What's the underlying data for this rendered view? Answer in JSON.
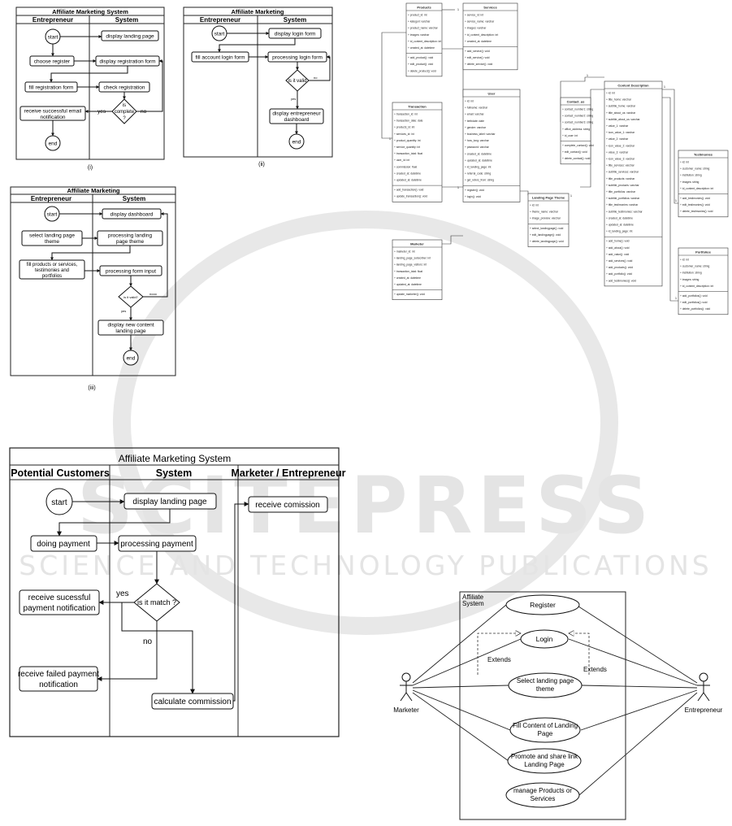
{
  "watermark": {
    "main": "SCITEPRESS",
    "sub": "SCIENCE AND TECHNOLOGY PUBLICATIONS",
    "color": "#e3e3e3"
  },
  "diagram_i": {
    "title": "Affiliate Marketing System",
    "lanes": [
      "Entrepreneur",
      "System"
    ],
    "start": "start",
    "end": "end",
    "display_landing": "display landing page",
    "choose_register": "choose register",
    "display_registration": "display registration form",
    "fill_registration": "fill registration form",
    "check_registration": "check registration",
    "decision_line1": "is",
    "decision_line2": "complete",
    "decision_line3": "?",
    "yes": "yes",
    "no": "no",
    "receive_email_1": "receive successful email",
    "receive_email_2": "notification",
    "caption": "(i)"
  },
  "diagram_ii": {
    "title": "Affiliate Marketing",
    "lanes": [
      "Entrepreneur",
      "System"
    ],
    "start": "start",
    "end": "end",
    "display_login": "display login form",
    "fill_login": "fill account login form",
    "processing_login": "processing login form",
    "decision": "is it valid",
    "no": "no",
    "yes": "yes",
    "display_dashboard_1": "display entrepreneur",
    "display_dashboard_2": "dashboard",
    "caption": "(ii)"
  },
  "diagram_iii": {
    "title": "Affiliate Marketing",
    "lanes": [
      "Entrepreneur",
      "System"
    ],
    "start": "start",
    "end": "end",
    "display_dashboard": "display dashboard",
    "select_theme_1": "select landing page",
    "select_theme_2": "theme",
    "processing_theme_1": "processing landing",
    "processing_theme_2": "page theme",
    "fill_products_1": "fill products or services,",
    "fill_products_2": "testimonies and",
    "fill_products_3": "portfolios",
    "processing_form": "processing form input",
    "decision": "is it valid?",
    "no": "nooo",
    "yes": "yes",
    "display_new_1": "display new content",
    "display_new_2": "landing page",
    "caption": "(iii)"
  },
  "diagram_payment": {
    "title": "Affiliate Marketing System",
    "lanes": [
      "Potential Customers",
      "System",
      "Marketer / Entrepreneur"
    ],
    "start": "start",
    "display_landing": "display landing page",
    "doing_payment": "doing payment",
    "processing_payment": "processing payment",
    "decision": "is it match ?",
    "yes": "yes",
    "no": "no",
    "receive_success_1": "receive sucessful",
    "receive_success_2": "payment notification",
    "receive_failed_1": "receive failed payment",
    "receive_failed_2": "notification",
    "calculate_commission": "calculate commission",
    "receive_commission": "receive comission"
  },
  "class_diagram": {
    "classes": [
      {
        "name": "Products",
        "attributes": [
          "+ product_id: int",
          "+ kategori: varchar",
          "+ product_name: varchar",
          "+ images: varchar",
          "+ id_content_description: int",
          "+ created_at: datetime"
        ],
        "methods": [
          "+ add_product(): void",
          "+ edit_product(): void",
          "+ delete_product(): void"
        ]
      },
      {
        "name": "Services",
        "attributes": [
          "+ service_id: int",
          "+ service_name: varchar",
          "+ images: varchar",
          "+ id_content_description: int",
          "+ created_at: datetime"
        ],
        "methods": [
          "+ add_service(): void",
          "+ edit_service(): void",
          "+ delete_service(): void"
        ]
      },
      {
        "name": "User",
        "attributes": [
          "+ id: int",
          "+ fullname: varchar",
          "+ email: varchar",
          "+ birthdate: date",
          "+ gender: varchar",
          "+ business_label: varchar",
          "+ how_long: varchar",
          "+ password: varchar",
          "+ created_at: datetime",
          "+ updated_at: datetime",
          "+ id_landing_page: int",
          "+ referral_code: string",
          "+ get_refers_from: string"
        ],
        "methods": [
          "+ register(): void",
          "+ login(): void"
        ]
      },
      {
        "name": "Transaction",
        "attributes": [
          "+ transaction_id: int",
          "+ transaction_date: date",
          "+ products_id: int",
          "+ services_id: int",
          "+ product_quantity: int",
          "+ service_quantity: int",
          "+ transaction_total: float",
          "+ user_id: int",
          "+ commission: float",
          "+ created_at: datetime",
          "+ updated_at: datetime"
        ],
        "methods": [
          "+ add_transaction(): void",
          "+ update_transaction(): void"
        ]
      },
      {
        "name": "Marketer",
        "attributes": [
          "+ marketer_id: int",
          "+ landing_page_subscriber: int",
          "+ landing_page_visitors: int",
          "+ transaction_total: float",
          "+ created_at: datetime",
          "+ updated_at: datetime"
        ],
        "methods": [
          "+ update_marketer(): void"
        ]
      },
      {
        "name": "Contact_us",
        "attributes": [
          "+ contact_number1: string",
          "+ contact_number2: string",
          "+ contact_number3: string",
          "+ office_address: string",
          "+ id_user: int"
        ],
        "methods": [
          "+ complete_contact(): void",
          "+ edit_contact(): void",
          "+ delete_contact(): void"
        ]
      },
      {
        "name": "Landing Page Theme",
        "attributes": [
          "+ id: int",
          "+ theme_name: varchar",
          "+ image_preview: varchar"
        ],
        "methods": [
          "+ select_landingpage(): void",
          "+ edit_landingpage(): void",
          "+ delete_landingpage(): void"
        ]
      },
      {
        "name": "Content Description",
        "attributes": [
          "+ id: int",
          "+ title_home: varchar",
          "+ subtitle_home: varchar",
          "+ title_about_us: varchar",
          "+ subtitle_about_us: varchar",
          "+ value_1: varchar",
          "+ icon_value_1: varchar",
          "+ value_2: varchar",
          "+ icon_value_2: varchar",
          "+ value_3: varchar",
          "+ icon_value_3: varchar",
          "+ title_services: varchar",
          "+ subtitle_services: varchar",
          "+ title_products: varchar",
          "+ subtitle_products: varchar",
          "+ title_portfolios: varchar",
          "+ subtitle_portfolios: varchar",
          "+ title_testimonies: varchar",
          "+ subtitle_testimonies: varchar",
          "+ created_at: datetime",
          "+ updated_at: datetime",
          "+ id_landing_page: int"
        ],
        "methods": [
          "+ add_home(): void",
          "+ add_about(): void",
          "+ add_value(): void",
          "+ add_services(): void",
          "+ add_products(): void",
          "+ add_portfolio(): void",
          "+ add_testimonies(): void"
        ]
      },
      {
        "name": "Testimonies",
        "attributes": [
          "+ id: int",
          "+ customer_name: string",
          "+ institution: string",
          "+ images: string",
          "+ id_content_description: int"
        ],
        "methods": [
          "+ add_testimonies(): void",
          "+ edit_testimonies(): void",
          "+ delete_testimonies(): void"
        ]
      },
      {
        "name": "Portfolios",
        "attributes": [
          "+ id: int",
          "+ customer_name: string",
          "+ institution: string",
          "+ images: string",
          "+ id_content_description: int"
        ],
        "methods": [
          "+ add_portfolios(): void",
          "+ edit_portfolios(): void",
          "+ delete_portfolios(): void"
        ]
      }
    ],
    "multiplicities": [
      "1",
      "1",
      "1",
      "1",
      "1",
      "1",
      "1",
      "1"
    ]
  },
  "use_case": {
    "system_label_1": "Affiliate",
    "system_label_2": "System",
    "actor_left": "Marketer",
    "actor_right": "Entrepreneur",
    "extends_left": "Extends",
    "extends_right": "Extends",
    "cases": [
      {
        "line1": "Register",
        "line2": ""
      },
      {
        "line1": "Login",
        "line2": ""
      },
      {
        "line1": "Select landing page",
        "line2": "theme"
      },
      {
        "line1": "Fill Content of Landing",
        "line2": "Page"
      },
      {
        "line1": "Promote and share link",
        "line2": "Landing Page"
      },
      {
        "line1": "manage Products or",
        "line2": "Services"
      }
    ]
  }
}
